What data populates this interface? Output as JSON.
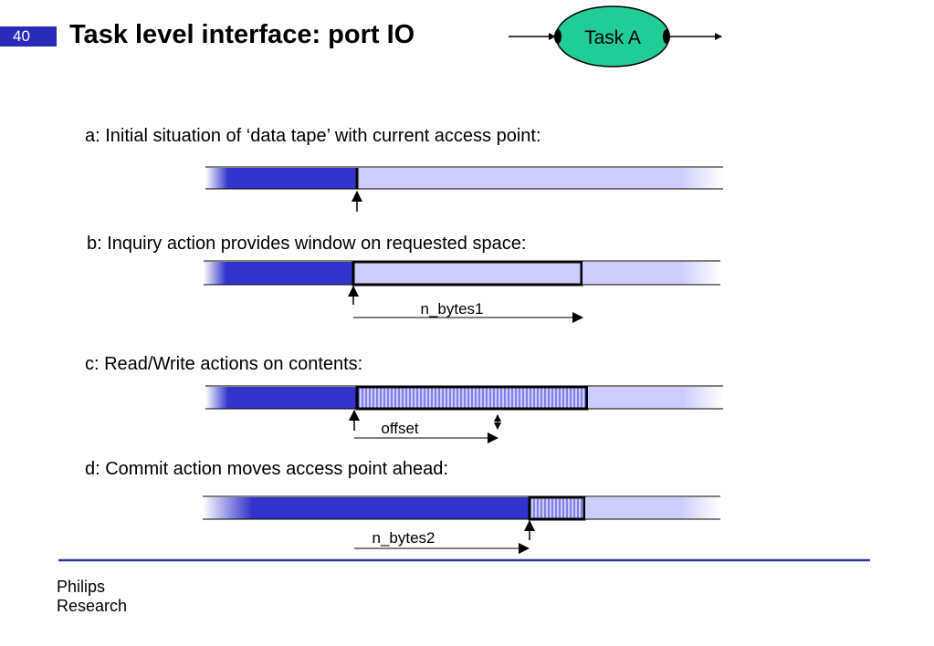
{
  "slide": {
    "number": "40",
    "title": "Task level interface: port IO"
  },
  "task": {
    "label": "Task A"
  },
  "colors": {
    "dark_fill": "#3333cc",
    "light_fill": "#ccccff",
    "accent": "#2a2ab8",
    "task_fill": "#22cc99",
    "rule": "#3333aa"
  },
  "steps": [
    {
      "caption": "a: Initial situation of ‘data tape’ with current access point:"
    },
    {
      "caption": "b: Inquiry action provides window on requested space:",
      "measure_label": "n_bytes1"
    },
    {
      "caption": "c: Read/Write actions on contents:",
      "measure_label": "offset"
    },
    {
      "caption": "d: Commit action moves access point ahead:",
      "measure_label": "n_bytes2"
    }
  ],
  "footer": {
    "line1": "Philips",
    "line2": "Research"
  }
}
